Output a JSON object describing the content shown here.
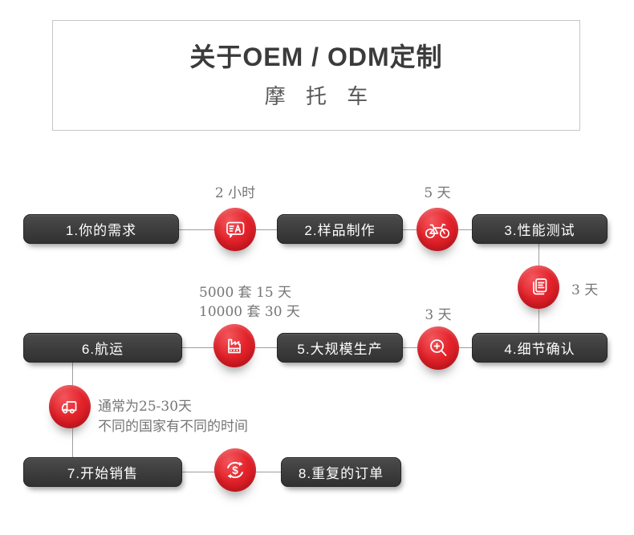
{
  "title_block": {
    "title": "关于OEM / ODM定制",
    "subtitle": "摩 托 车"
  },
  "colors": {
    "accent_red": "#e4232b",
    "step_box_dark": "#3c3c3c",
    "label_gray": "#757575",
    "connector_line_gray": "#9e9e9e",
    "header_border_gray": "#c6c6c6",
    "icon_stroke": "#ffffff"
  },
  "steps": [
    {
      "label": "1.你的需求"
    },
    {
      "label": "2.样品制作"
    },
    {
      "label": "3.性能测试"
    },
    {
      "label": "4.细节确认"
    },
    {
      "label": "5.大规模生产"
    },
    {
      "label": "6.航运"
    },
    {
      "label": "7.开始销售"
    },
    {
      "label": "8.重复的订单"
    }
  ],
  "connectors": {
    "inquiry": {
      "icon": "translate-chat-icon",
      "duration": "2 小时"
    },
    "sample": {
      "icon": "motorcycle-icon",
      "duration": "5 天"
    },
    "testing": {
      "icon": "document-copy-icon",
      "duration": "3 天"
    },
    "details": {
      "icon": "magnifier-plus-icon",
      "duration": "3 天"
    },
    "production": {
      "icon": "factory-icon",
      "duration_line1": "5000 套 15 天",
      "duration_line2": "10000 套 30 天"
    },
    "shipping": {
      "icon": "truck-icon",
      "duration_line1": "通常为25-30天",
      "duration_line2": "不同的国家有不同的时间"
    },
    "sales": {
      "icon": "dollar-cycle-icon"
    }
  }
}
